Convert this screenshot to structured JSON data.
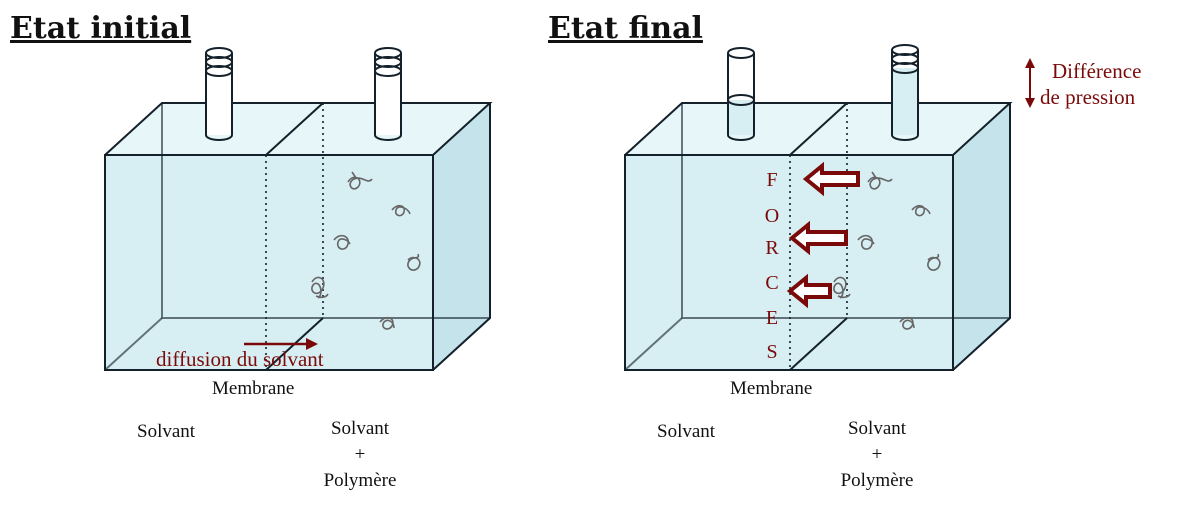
{
  "initial": {
    "title": "Etat initial",
    "diffusion_label": "diffusion du solvant",
    "membrane_label": "Membrane",
    "left_label": "Solvant",
    "right_label_line1": "Solvant",
    "right_label_line2": "+",
    "right_label_line3": "Polymère"
  },
  "final": {
    "title": "Etat final",
    "membrane_label": "Membrane",
    "left_label": "Solvant",
    "right_label_line1": "Solvant",
    "right_label_line2": "+",
    "right_label_line3": "Polymère",
    "forces_letters": [
      "F",
      "O",
      "R",
      "C",
      "E",
      "S"
    ],
    "pressure_label_line1": "Différence",
    "pressure_label_line2": "de pression"
  },
  "colors": {
    "accent_red": "#7a0a0a",
    "water": "#d7eef3",
    "edge": "#14202a"
  }
}
